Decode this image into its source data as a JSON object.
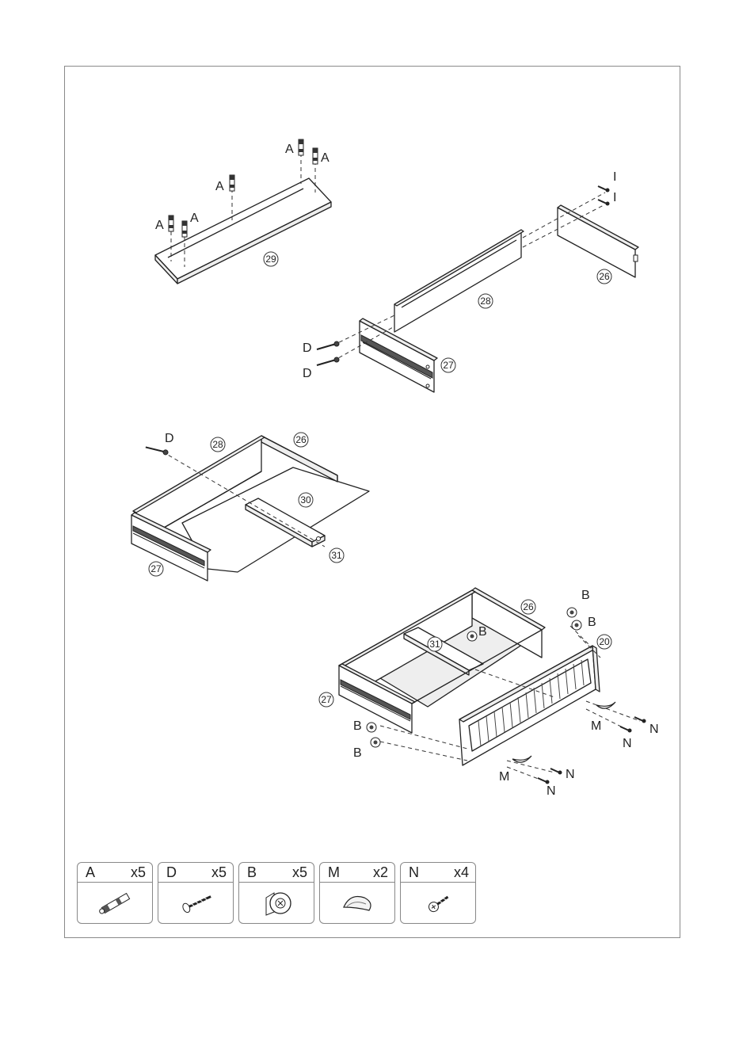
{
  "parts": {
    "p20": "20",
    "p26": "26",
    "p27": "27",
    "p28": "28",
    "p29": "29",
    "p30": "30",
    "p31": "31"
  },
  "hardware_labels": {
    "A": "A",
    "D": "D",
    "B": "B",
    "M": "M",
    "N": "N",
    "I": "I"
  },
  "legend": [
    {
      "letter": "A",
      "qty": "x5",
      "icon": "dowel-icon"
    },
    {
      "letter": "D",
      "qty": "x5",
      "icon": "screw-icon"
    },
    {
      "letter": "B",
      "qty": "x5",
      "icon": "cam-lock-icon"
    },
    {
      "letter": "M",
      "qty": "x2",
      "icon": "cup-handle-icon"
    },
    {
      "letter": "N",
      "qty": "x4",
      "icon": "short-screw-icon"
    }
  ]
}
